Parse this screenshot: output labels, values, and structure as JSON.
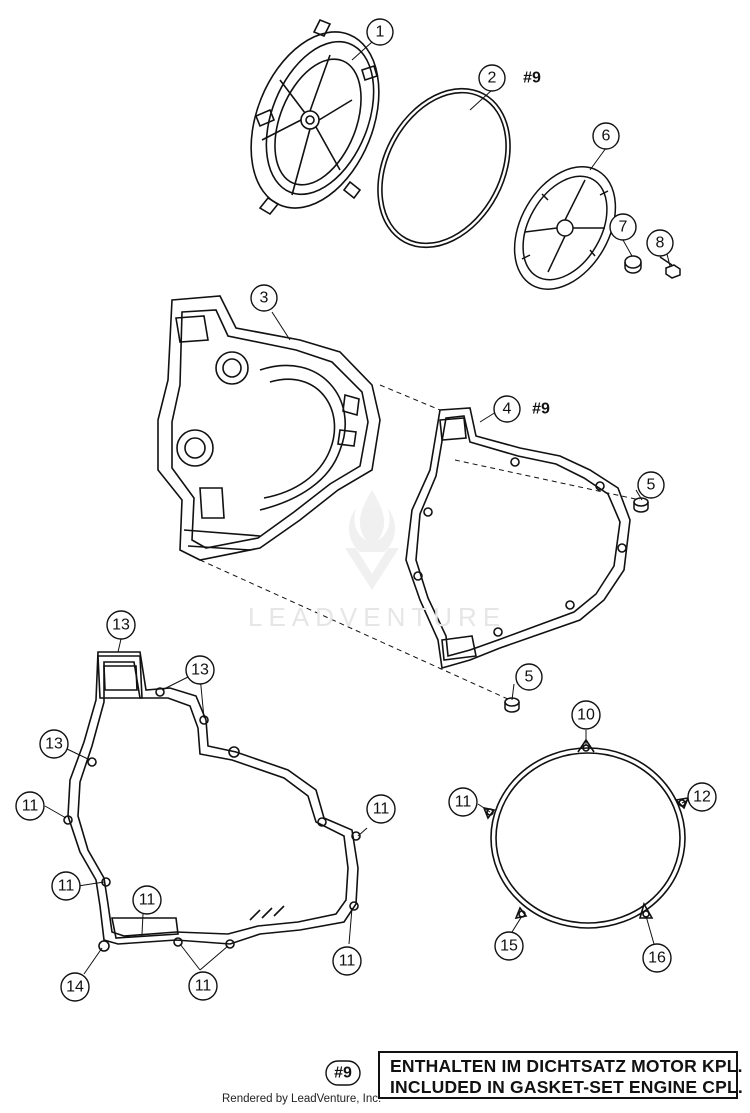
{
  "note": {
    "ref": "#9",
    "line_de": "ENTHALTEN IM DICHTSATZ MOTOR KPL.",
    "line_en": "INCLUDED IN GASKET-SET ENGINE CPL."
  },
  "footer": "Rendered by LeadVenture, Inc.",
  "watermark": {
    "text": "LEADVENTURE"
  },
  "callouts": [
    {
      "n": "1"
    },
    {
      "n": "2",
      "ref": "#9"
    },
    {
      "n": "3"
    },
    {
      "n": "4",
      "ref": "#9"
    },
    {
      "n": "5"
    },
    {
      "n": "5"
    },
    {
      "n": "6"
    },
    {
      "n": "7"
    },
    {
      "n": "8"
    },
    {
      "n": "10"
    },
    {
      "n": "11"
    },
    {
      "n": "12"
    },
    {
      "n": "15"
    },
    {
      "n": "16"
    },
    {
      "n": "13"
    },
    {
      "n": "13"
    },
    {
      "n": "13"
    },
    {
      "n": "11"
    },
    {
      "n": "11"
    },
    {
      "n": "11"
    },
    {
      "n": "11"
    },
    {
      "n": "11"
    },
    {
      "n": "11"
    },
    {
      "n": "14"
    }
  ]
}
